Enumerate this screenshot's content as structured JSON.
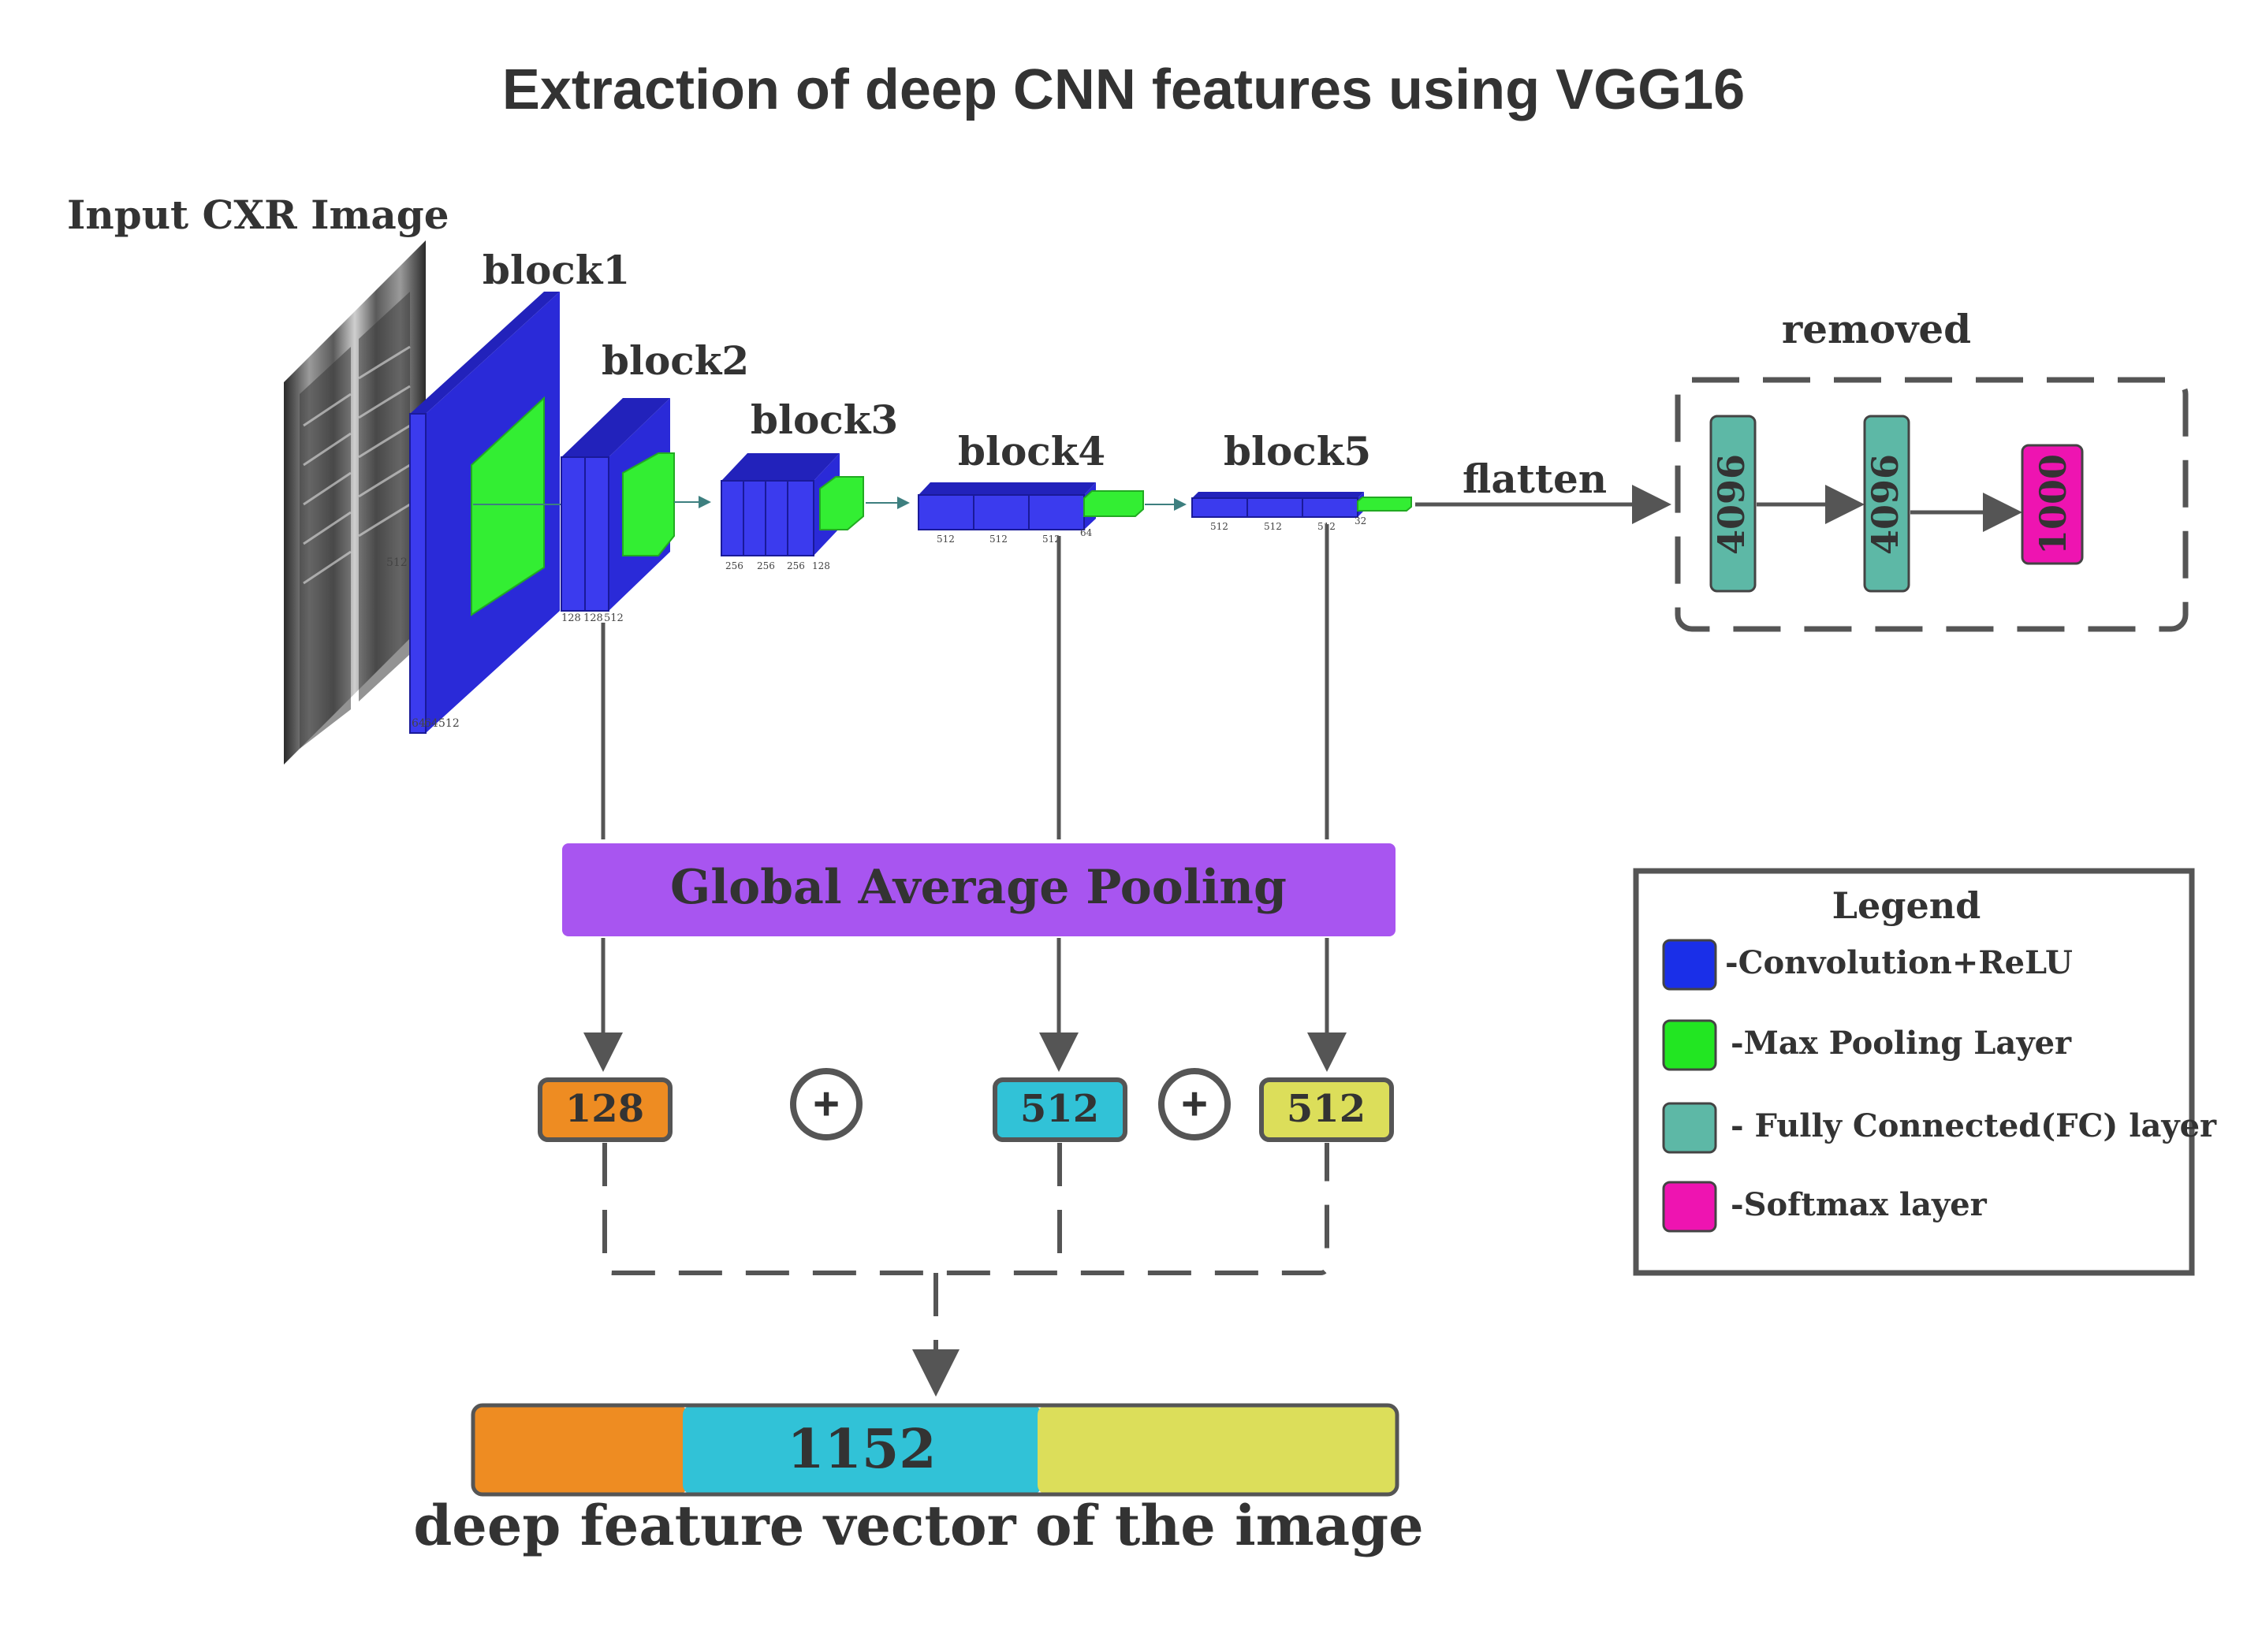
{
  "title": "Extraction of deep CNN features using VGG16",
  "input_label": "Input CXR Image",
  "blocks": [
    {
      "label": "block1",
      "conv_labels": [
        "64",
        "64",
        "512"
      ],
      "side_label": "512"
    },
    {
      "label": "block2",
      "conv_labels": [
        "128",
        "128",
        "512"
      ]
    },
    {
      "label": "block3",
      "conv_labels": [
        "256",
        "256",
        "256",
        "128"
      ]
    },
    {
      "label": "block4",
      "conv_labels": [
        "512",
        "512",
        "512",
        "64"
      ]
    },
    {
      "label": "block5",
      "conv_labels": [
        "512",
        "512",
        "512",
        "32"
      ]
    }
  ],
  "flatten_label": "flatten",
  "removed": {
    "label": "removed",
    "layers": [
      {
        "value": "4096",
        "type": "fc"
      },
      {
        "value": "4096",
        "type": "fc"
      },
      {
        "value": "1000",
        "type": "softmax"
      }
    ]
  },
  "gap_label": "Global Average Pooling",
  "features": [
    {
      "value": "128",
      "color": "#EE8C22"
    },
    {
      "value": "512",
      "color": "#31C2D7"
    },
    {
      "value": "512",
      "color": "#DCDE5A"
    }
  ],
  "plus_symbol": "+",
  "final_vector": {
    "value": "1152",
    "caption": "deep feature vector of the image"
  },
  "legend": {
    "title": "Legend",
    "items": [
      {
        "label": "-Convolution+ReLU",
        "color": "#1A2FE8"
      },
      {
        "label": "-Max Pooling Layer",
        "color": "#22E622"
      },
      {
        "label": "- Fully Connected(FC) layer",
        "color": "#5DB8A6"
      },
      {
        "label": "-Softmax layer",
        "color": "#EE14B1"
      }
    ]
  },
  "colors": {
    "conv": "#3B3BEE",
    "pool": "#33EE33",
    "gap": "#A855F0",
    "fc": "#5DB8A6",
    "softmax": "#EE14B1",
    "line": "#555555"
  }
}
